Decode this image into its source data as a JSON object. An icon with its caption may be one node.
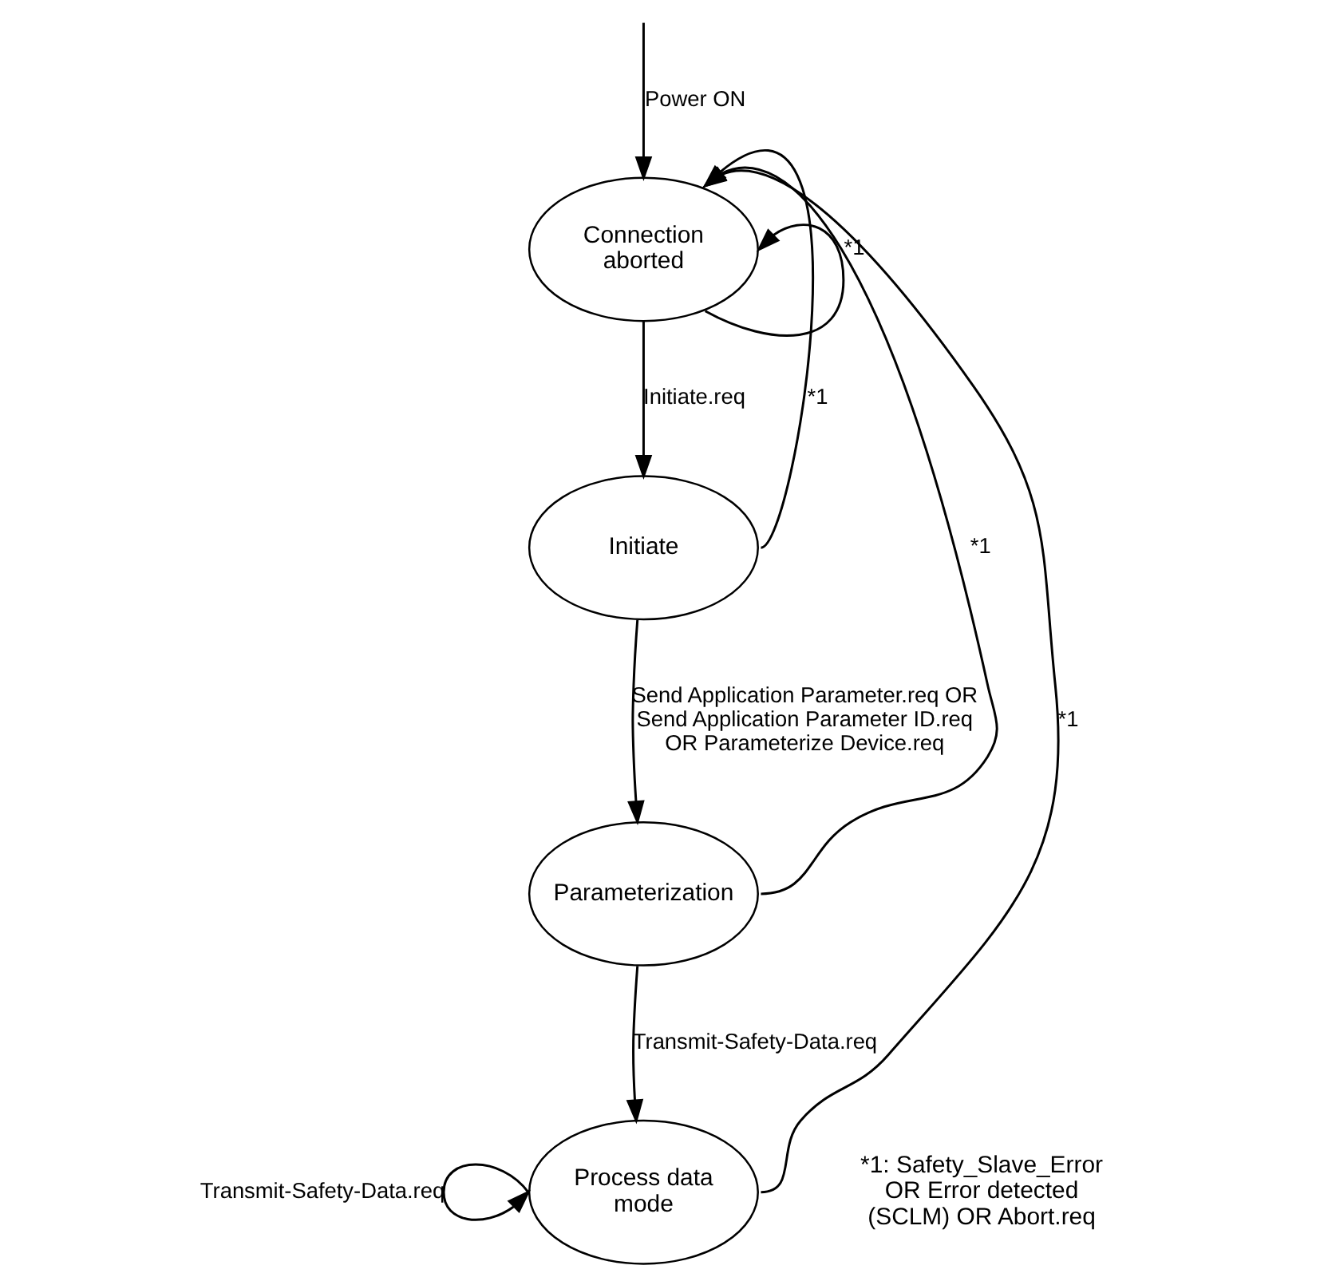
{
  "diagram": {
    "nodes": [
      {
        "text": [
          "Connection aborted"
        ]
      },
      {
        "text": [
          "Initiate"
        ]
      },
      {
        "text": [
          "Parameterization"
        ]
      },
      {
        "text": [
          "Process data mode"
        ]
      }
    ],
    "edges": [
      {
        "from": null,
        "to": 0,
        "arrow": "to",
        "label": "Power ON"
      },
      {
        "from": 0,
        "to": 1,
        "arrow": "to",
        "label": "Initiate.req"
      },
      {
        "from": 0,
        "to": 0,
        "arrow": "to",
        "label": "*1"
      },
      {
        "from": 1,
        "to": 0,
        "arrow": "to",
        "label": "*1"
      },
      {
        "from": 1,
        "to": 2,
        "arrow": "to",
        "label": "Send Application Parameter.req OR Send Application Parameter ID.req OR Parameterize Device.req"
      },
      {
        "from": 2,
        "to": 0,
        "arrow": "to",
        "label": "*1"
      },
      {
        "from": 2,
        "to": 3,
        "arrow": "to",
        "label": "Transmit-Safety-Data.req"
      },
      {
        "from": 3,
        "to": 0,
        "arrow": "to",
        "label": "*1"
      },
      {
        "from": 3,
        "to": 3,
        "arrow": "to",
        "label": "Transmit-Safety-Data.req"
      }
    ],
    "labels": [
      "*1: Safety_Slave_Error OR Error detected (SCLM) OR Abort.req"
    ]
  }
}
